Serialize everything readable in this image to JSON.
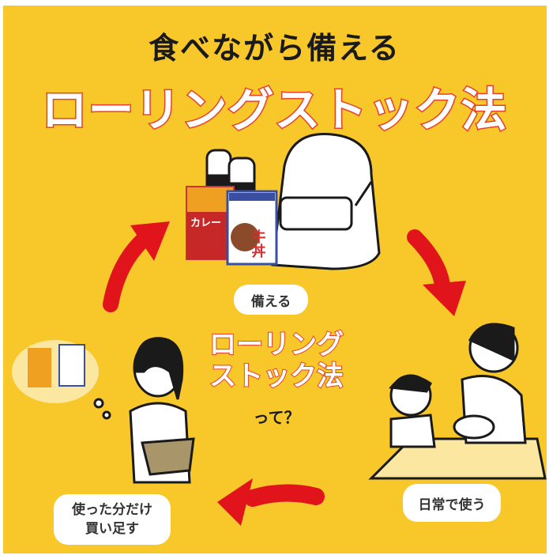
{
  "header": {
    "subtitle": "食べながら備える",
    "title": "ローリングストック法"
  },
  "center": {
    "title_line1": "ローリング",
    "title_line2": "ストック法",
    "question": "って？"
  },
  "steps": [
    {
      "label": "備える",
      "icon": "backpack-and-food-icon"
    },
    {
      "label": "日常で使う",
      "icon": "family-eating-icon"
    },
    {
      "label": "使った分だけ\n買い足す",
      "icon": "shopping-woman-icon"
    }
  ],
  "products": [
    "カレー",
    "牛丼"
  ],
  "colors": {
    "background": "#f8c72a",
    "accent": "#e8412b",
    "arrow": "#e0141a",
    "label_bg": "#ffffff"
  }
}
